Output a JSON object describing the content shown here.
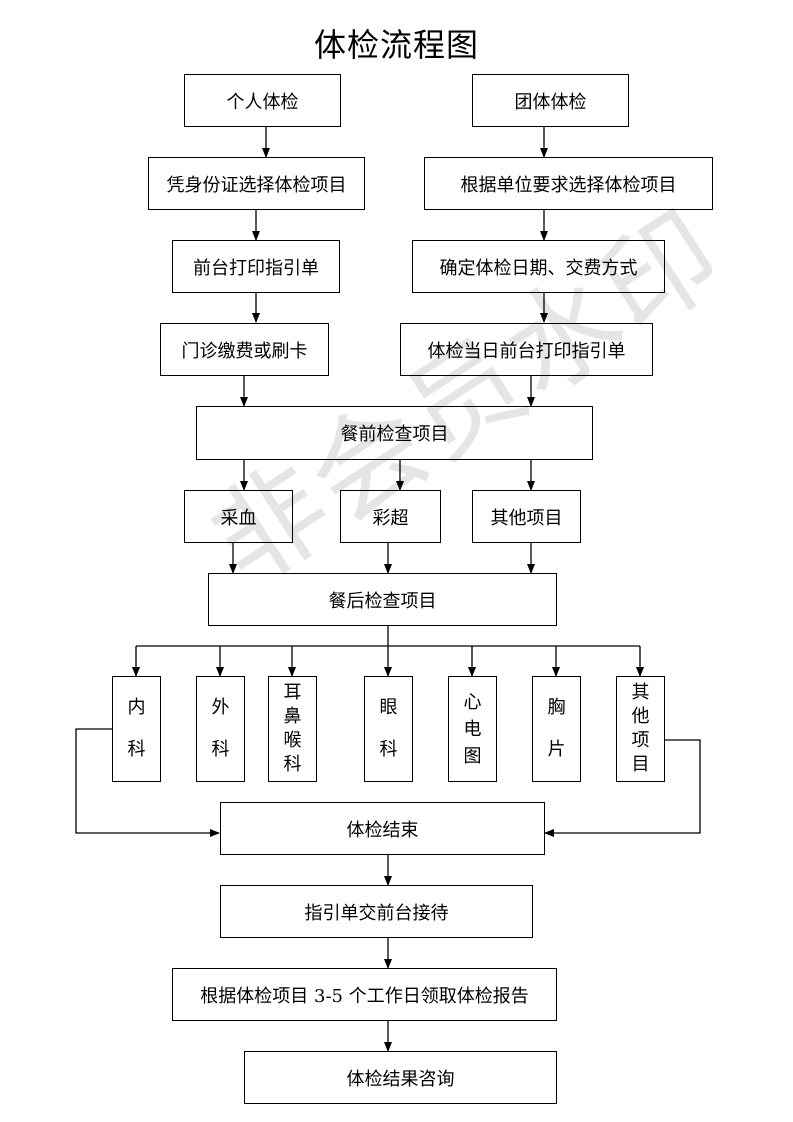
{
  "title": "体检流程图",
  "nodes": {
    "personal": "个人体检",
    "group": "团体体检",
    "personal_select": "凭身份证选择体检项目",
    "group_select": "根据单位要求选择体检项目",
    "personal_print": "前台打印指引单",
    "group_schedule": "确定体检日期、交费方式",
    "personal_pay": "门诊缴费或刷卡",
    "group_print": "体检当日前台打印指引单",
    "pre_meal": "餐前检查项目",
    "blood": "采血",
    "ultrasound": "彩超",
    "other_pre": "其他项目",
    "post_meal": "餐后检查项目",
    "internal": [
      "内",
      "科"
    ],
    "surgery": [
      "外",
      "科"
    ],
    "ent": [
      "耳",
      "鼻",
      "喉",
      "科"
    ],
    "eye": [
      "眼",
      "科"
    ],
    "ecg": [
      "心",
      "电",
      "图"
    ],
    "chest": [
      "胸",
      "片"
    ],
    "other_post": [
      "其",
      "他",
      "项",
      "目"
    ],
    "finish": "体检结束",
    "return_slip": "指引单交前台接待",
    "report": "根据体检项目 3-5 个工作日领取体检报告",
    "consult": "体检结果咨询"
  },
  "watermark": "非会员水印"
}
